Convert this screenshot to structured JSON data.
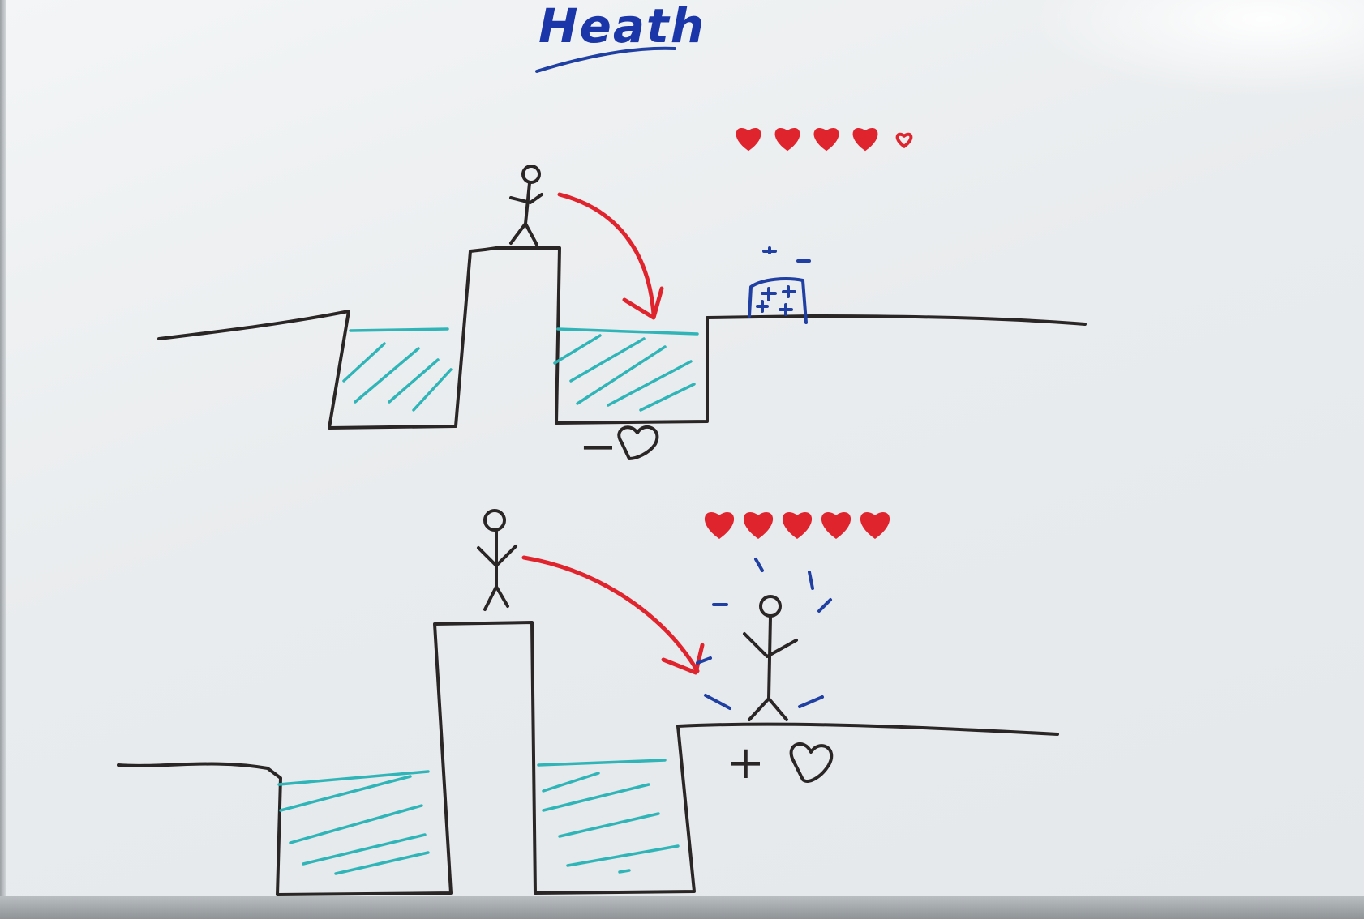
{
  "title": "Heath",
  "scene_top": {
    "hearts_full": 4,
    "hearts_total": 5,
    "label_minus": "−",
    "label_heart": "♡"
  },
  "scene_bottom": {
    "hearts_full": 5,
    "hearts_total": 5,
    "label_plus": "+",
    "label_heart": "♡"
  },
  "colors": {
    "ink_black": "#2b2626",
    "ink_red": "#e0242e",
    "ink_blue": "#1f3fa3",
    "ink_teal": "#2fb5b8",
    "board": "#eef1f2"
  }
}
